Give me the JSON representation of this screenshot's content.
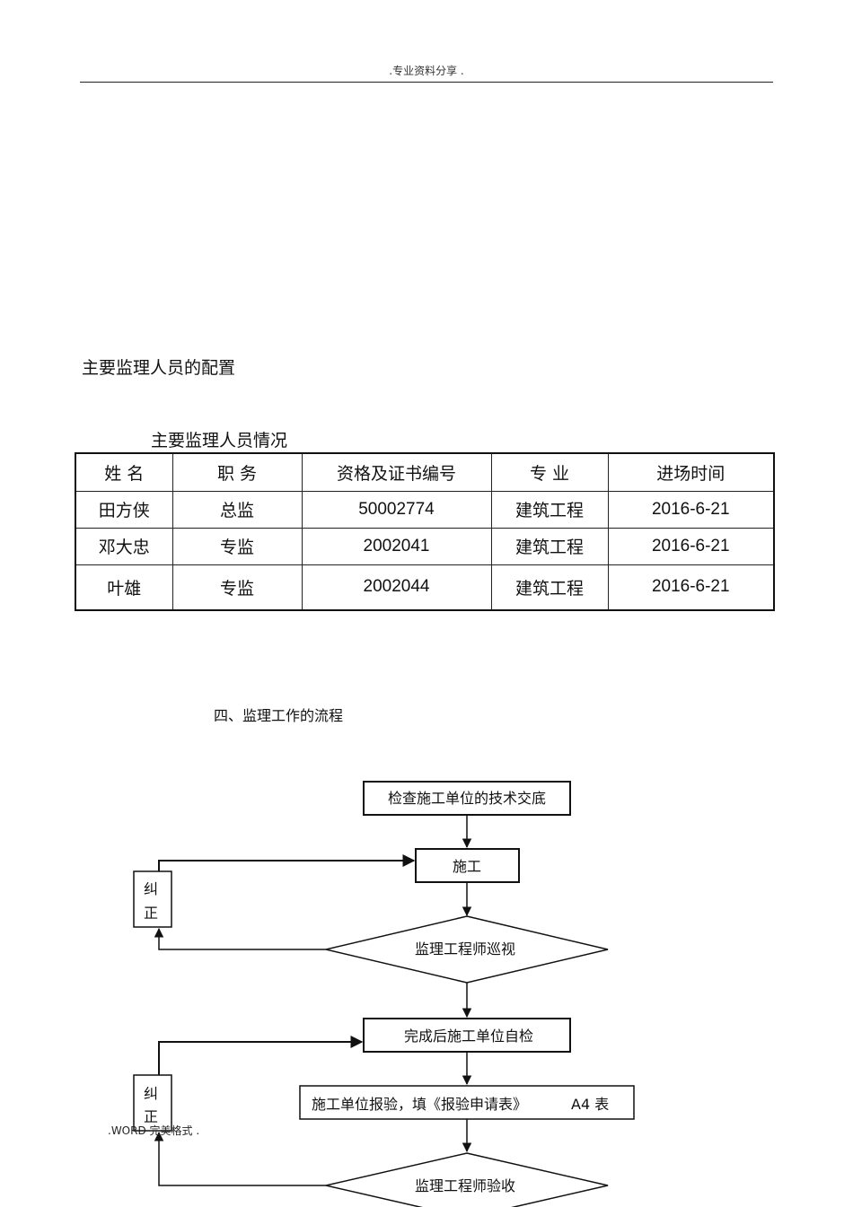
{
  "header": {
    "text": ".专业资料分享 ."
  },
  "section_title": "主要监理人员的配置",
  "table": {
    "caption": "主要监理人员情况",
    "headers": [
      "姓 名",
      "职  务",
      "资格及证书编号",
      "专 业",
      "进场时间"
    ],
    "rows": [
      [
        "田方侠",
        "总监",
        "50002774",
        "建筑工程",
        "2016-6-21"
      ],
      [
        "邓大忠",
        "专监",
        "2002041",
        "建筑工程",
        "2016-6-21"
      ],
      [
        "叶雄",
        "专监",
        "2002044",
        "建筑工程",
        "2016-6-21"
      ]
    ]
  },
  "flow": {
    "title": "四、监理工作的流程",
    "nodes": {
      "check_disclosure": "检查施工单位的技术交底",
      "construction": "施工",
      "inspection_patrol": "监理工程师巡视",
      "self_check": "完成后施工单位自检",
      "apply_inspection": "施工单位报验，填《报验申请表》",
      "form_code": "A4 表",
      "acceptance": "监理工程师验收",
      "correct_1_a": "纠",
      "correct_1_b": "正",
      "correct_2_a": "纠",
      "correct_2_b": "正"
    }
  },
  "footer": {
    "text": ".WORD 完美格式 ."
  }
}
